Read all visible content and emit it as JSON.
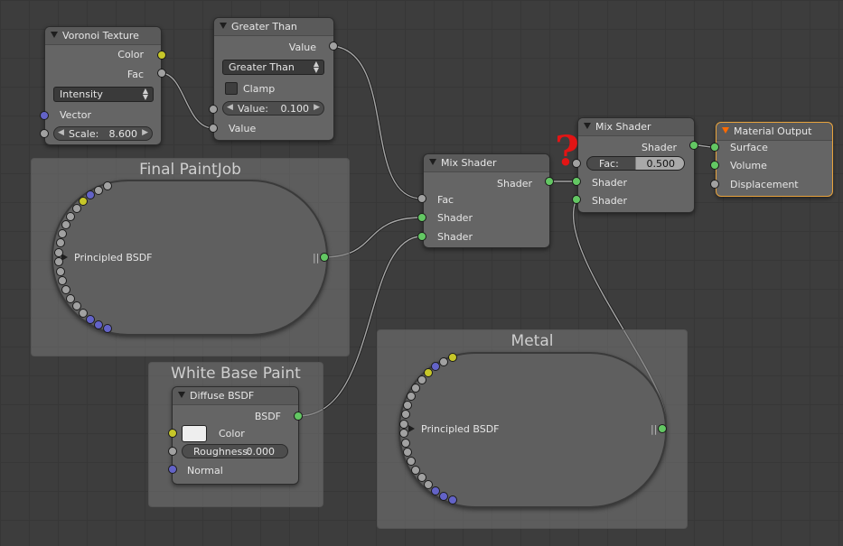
{
  "frames": {
    "final_paintjob": "Final PaintJob",
    "white_base_paint": "White Base Paint",
    "metal": "Metal"
  },
  "voronoi": {
    "title": "Voronoi Texture",
    "out_color": "Color",
    "out_fac": "Fac",
    "coloring_value": "Intensity",
    "in_vector": "Vector",
    "scale_label": "Scale:",
    "scale_value": "8.600"
  },
  "greater_than": {
    "title": "Greater Than",
    "out_value": "Value",
    "operation": "Greater Than",
    "clamp_label": "Clamp",
    "value_label": "Value:",
    "value_value": "0.100",
    "in_value": "Value"
  },
  "mix_shader_1": {
    "title": "Mix Shader",
    "out_shader": "Shader",
    "in_fac": "Fac",
    "in_shader_a": "Shader",
    "in_shader_b": "Shader"
  },
  "mix_shader_2": {
    "title": "Mix Shader",
    "out_shader": "Shader",
    "fac_label": "Fac:",
    "fac_value": "0.500",
    "in_shader_a": "Shader",
    "in_shader_b": "Shader",
    "question_mark": "?"
  },
  "material_output": {
    "title": "Material Output",
    "in_surface": "Surface",
    "in_volume": "Volume",
    "in_displacement": "Displacement"
  },
  "principled_1": {
    "label": "Principled BSDF"
  },
  "principled_2": {
    "label": "Principled BSDF"
  },
  "diffuse": {
    "title": "Diffuse BSDF",
    "out_bsdf": "BSDF",
    "in_color": "Color",
    "roughness_label": "Roughness:",
    "roughness_value": "0.000",
    "in_normal": "Normal"
  },
  "colors": {
    "socket_shader": "#63c763",
    "socket_color": "#c7c729",
    "socket_value": "#a1a1a1",
    "socket_vector": "#6363c7",
    "active_border": "#e8a33d",
    "question_mark": "#e31414"
  }
}
